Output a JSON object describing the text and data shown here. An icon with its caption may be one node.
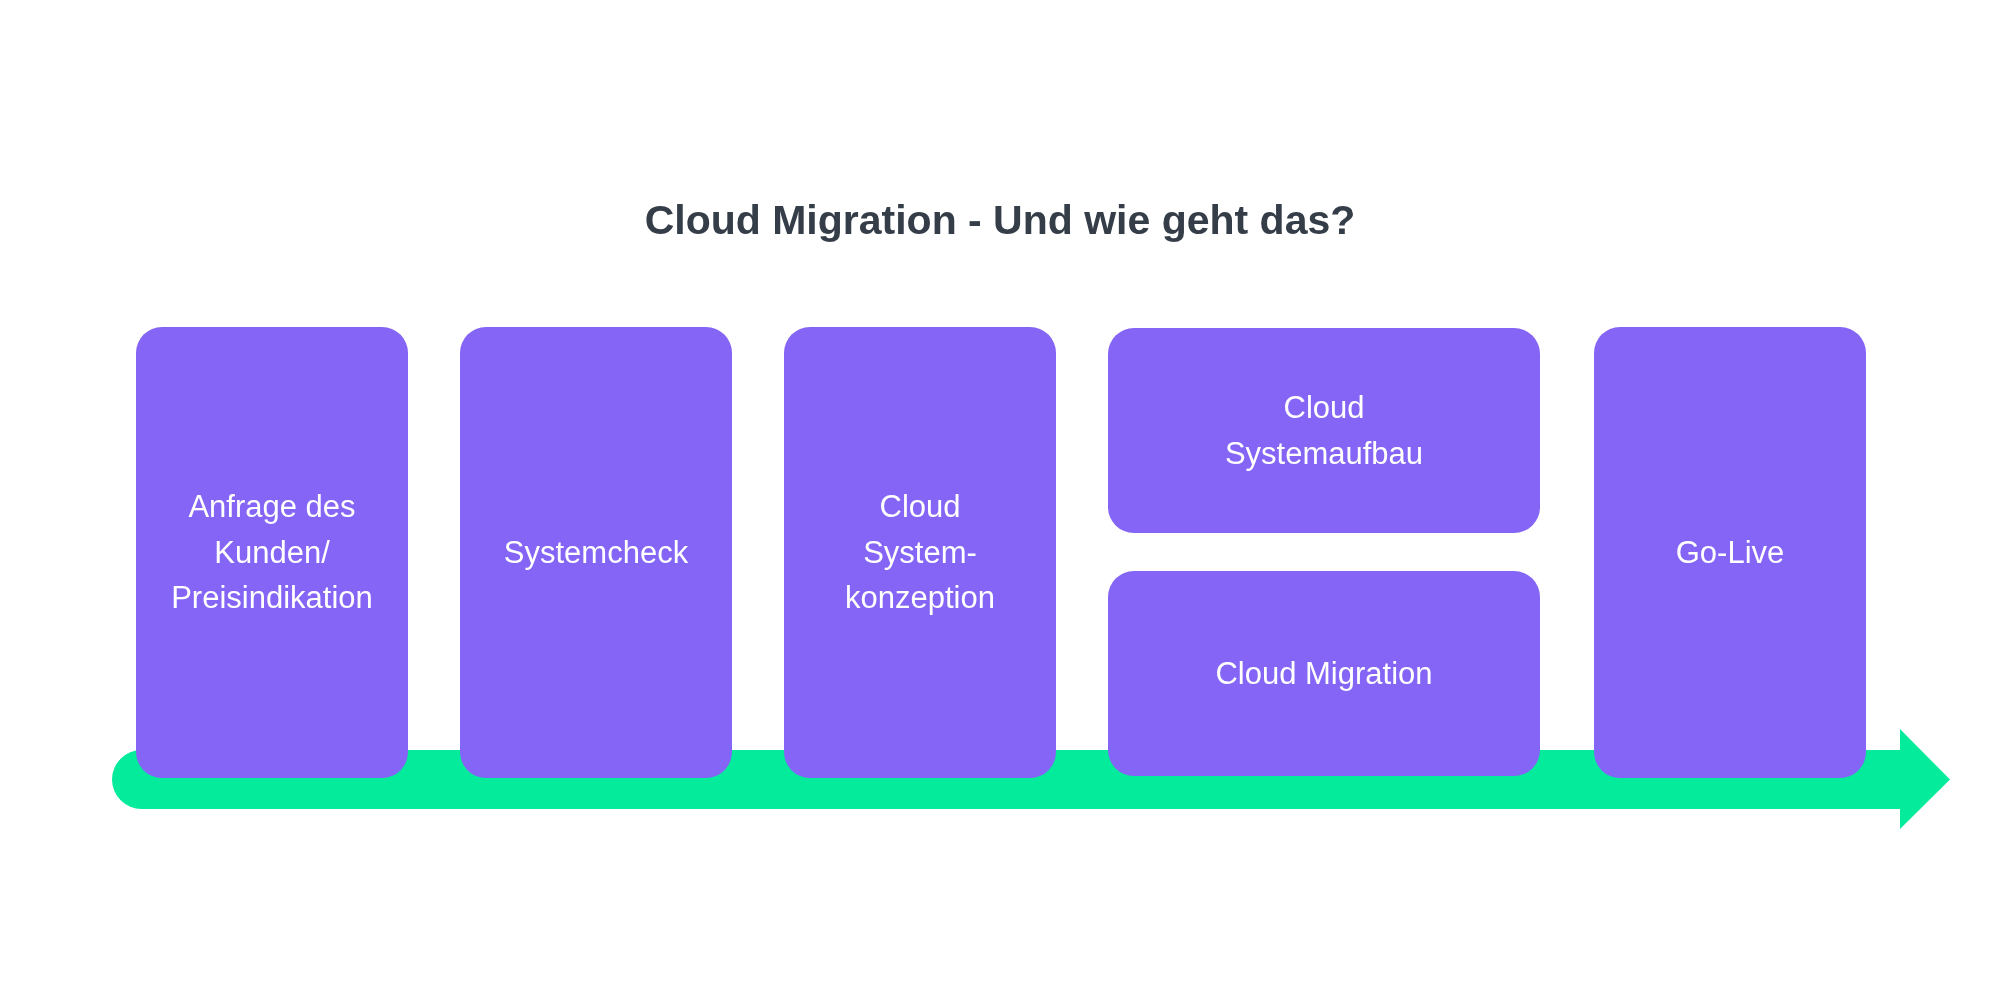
{
  "diagram": {
    "title": "Cloud Migration - Und wie geht das?",
    "nodes": [
      {
        "text": [
          "Anfrage des Kunden/ Preisindikation"
        ]
      },
      {
        "text": [
          "Systemcheck"
        ]
      },
      {
        "text": [
          "Cloud System- konzeption"
        ]
      },
      {
        "text": [
          "Cloud Systemaufbau"
        ]
      },
      {
        "text": [
          "Cloud Migration"
        ]
      },
      {
        "text": [
          "Go-Live"
        ]
      }
    ]
  }
}
